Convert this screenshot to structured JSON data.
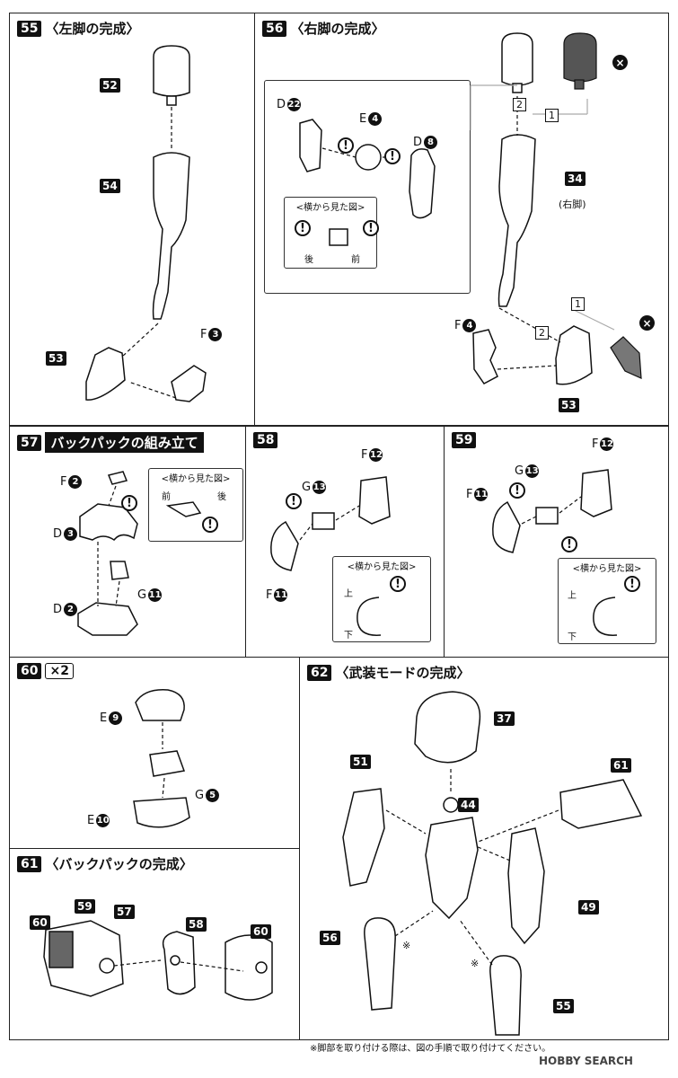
{
  "steps": {
    "s55": {
      "no": "55",
      "title": "〈左脚の完成〉"
    },
    "s56": {
      "no": "56",
      "title": "〈右脚の完成〉"
    },
    "s57": {
      "no": "57",
      "title": "バックパックの組み立て"
    },
    "s58": {
      "no": "58"
    },
    "s59": {
      "no": "59"
    },
    "s60": {
      "no": "60",
      "times": "×2"
    },
    "s61": {
      "no": "61",
      "title": "〈バックパックの完成〉"
    },
    "s62": {
      "no": "62",
      "title": "〈武装モードの完成〉"
    }
  },
  "callouts": {
    "c55_52": "52",
    "c55_54": "54",
    "c55_53": "53",
    "c56_34": "34",
    "c56_53": "53",
    "c61_60a": "60",
    "c61_59": "59",
    "c61_57": "57",
    "c61_58": "58",
    "c61_60b": "60",
    "c62_37": "37",
    "c62_51": "51",
    "c62_44": "44",
    "c62_61": "61",
    "c62_49": "49",
    "c62_56": "56",
    "c62_55": "55"
  },
  "parts": {
    "p55_f": {
      "letter": "F",
      "num": "3"
    },
    "p56_d": {
      "letter": "D",
      "num": "22"
    },
    "p56_e": {
      "letter": "E",
      "num": "4"
    },
    "p56_d8": {
      "letter": "D",
      "num": "8"
    },
    "p56_f": {
      "letter": "F",
      "num": "4"
    },
    "p57_f": {
      "letter": "F",
      "num": "2"
    },
    "p57_d3": {
      "letter": "D",
      "num": "3"
    },
    "p57_d2": {
      "letter": "D",
      "num": "2"
    },
    "p57_g": {
      "letter": "G",
      "num": "11"
    },
    "p58_f12": {
      "letter": "F",
      "num": "12"
    },
    "p58_g": {
      "letter": "G",
      "num": "13"
    },
    "p58_f11": {
      "letter": "F",
      "num": "11"
    },
    "p59_f12": {
      "letter": "F",
      "num": "12"
    },
    "p59_g": {
      "letter": "G",
      "num": "13"
    },
    "p59_f11": {
      "letter": "F",
      "num": "11"
    },
    "p60_e9": {
      "letter": "E",
      "num": "9"
    },
    "p60_g": {
      "letter": "G",
      "num": "5"
    },
    "p60_e10": {
      "letter": "E",
      "num": "10"
    }
  },
  "texts": {
    "right_leg": "(右脚)",
    "side_view": "<横から見た図>",
    "back": "後",
    "front": "前",
    "up": "上",
    "down": "下",
    "one": "1",
    "two": "2",
    "warn": "!",
    "x": "×",
    "mark": "※"
  },
  "footer": {
    "note": "※脚部を取り付ける際は、図の手順で取り付けてください。",
    "watermark": "HOBBY SEARCH"
  }
}
